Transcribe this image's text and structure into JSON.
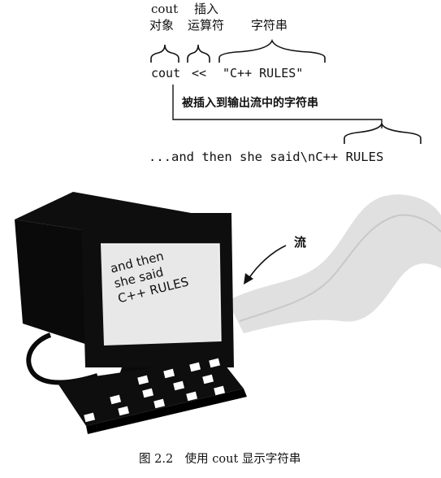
{
  "labels": {
    "cout_object_line1": "cout",
    "cout_object_line2": "对象",
    "insertion_op_line1": "插入",
    "insertion_op_line2": "运算符",
    "string_label": "字符串",
    "code_cout": "cout",
    "code_op": "<<",
    "code_string": "\"C++ RULES\"",
    "inserted_label": "被插入到输出流中的字符串",
    "output_stream_text": "...and then she said\\nC++ RULES",
    "screen_line1": "and then",
    "screen_line2": "she said",
    "screen_line3": "C++ RULES",
    "stream_label": "流",
    "caption": "图 2.2　使用 cout 显示字符串"
  },
  "colors": {
    "ink": "#111111",
    "screen": "#e8e8e8",
    "stream": "#c8c8c8"
  }
}
